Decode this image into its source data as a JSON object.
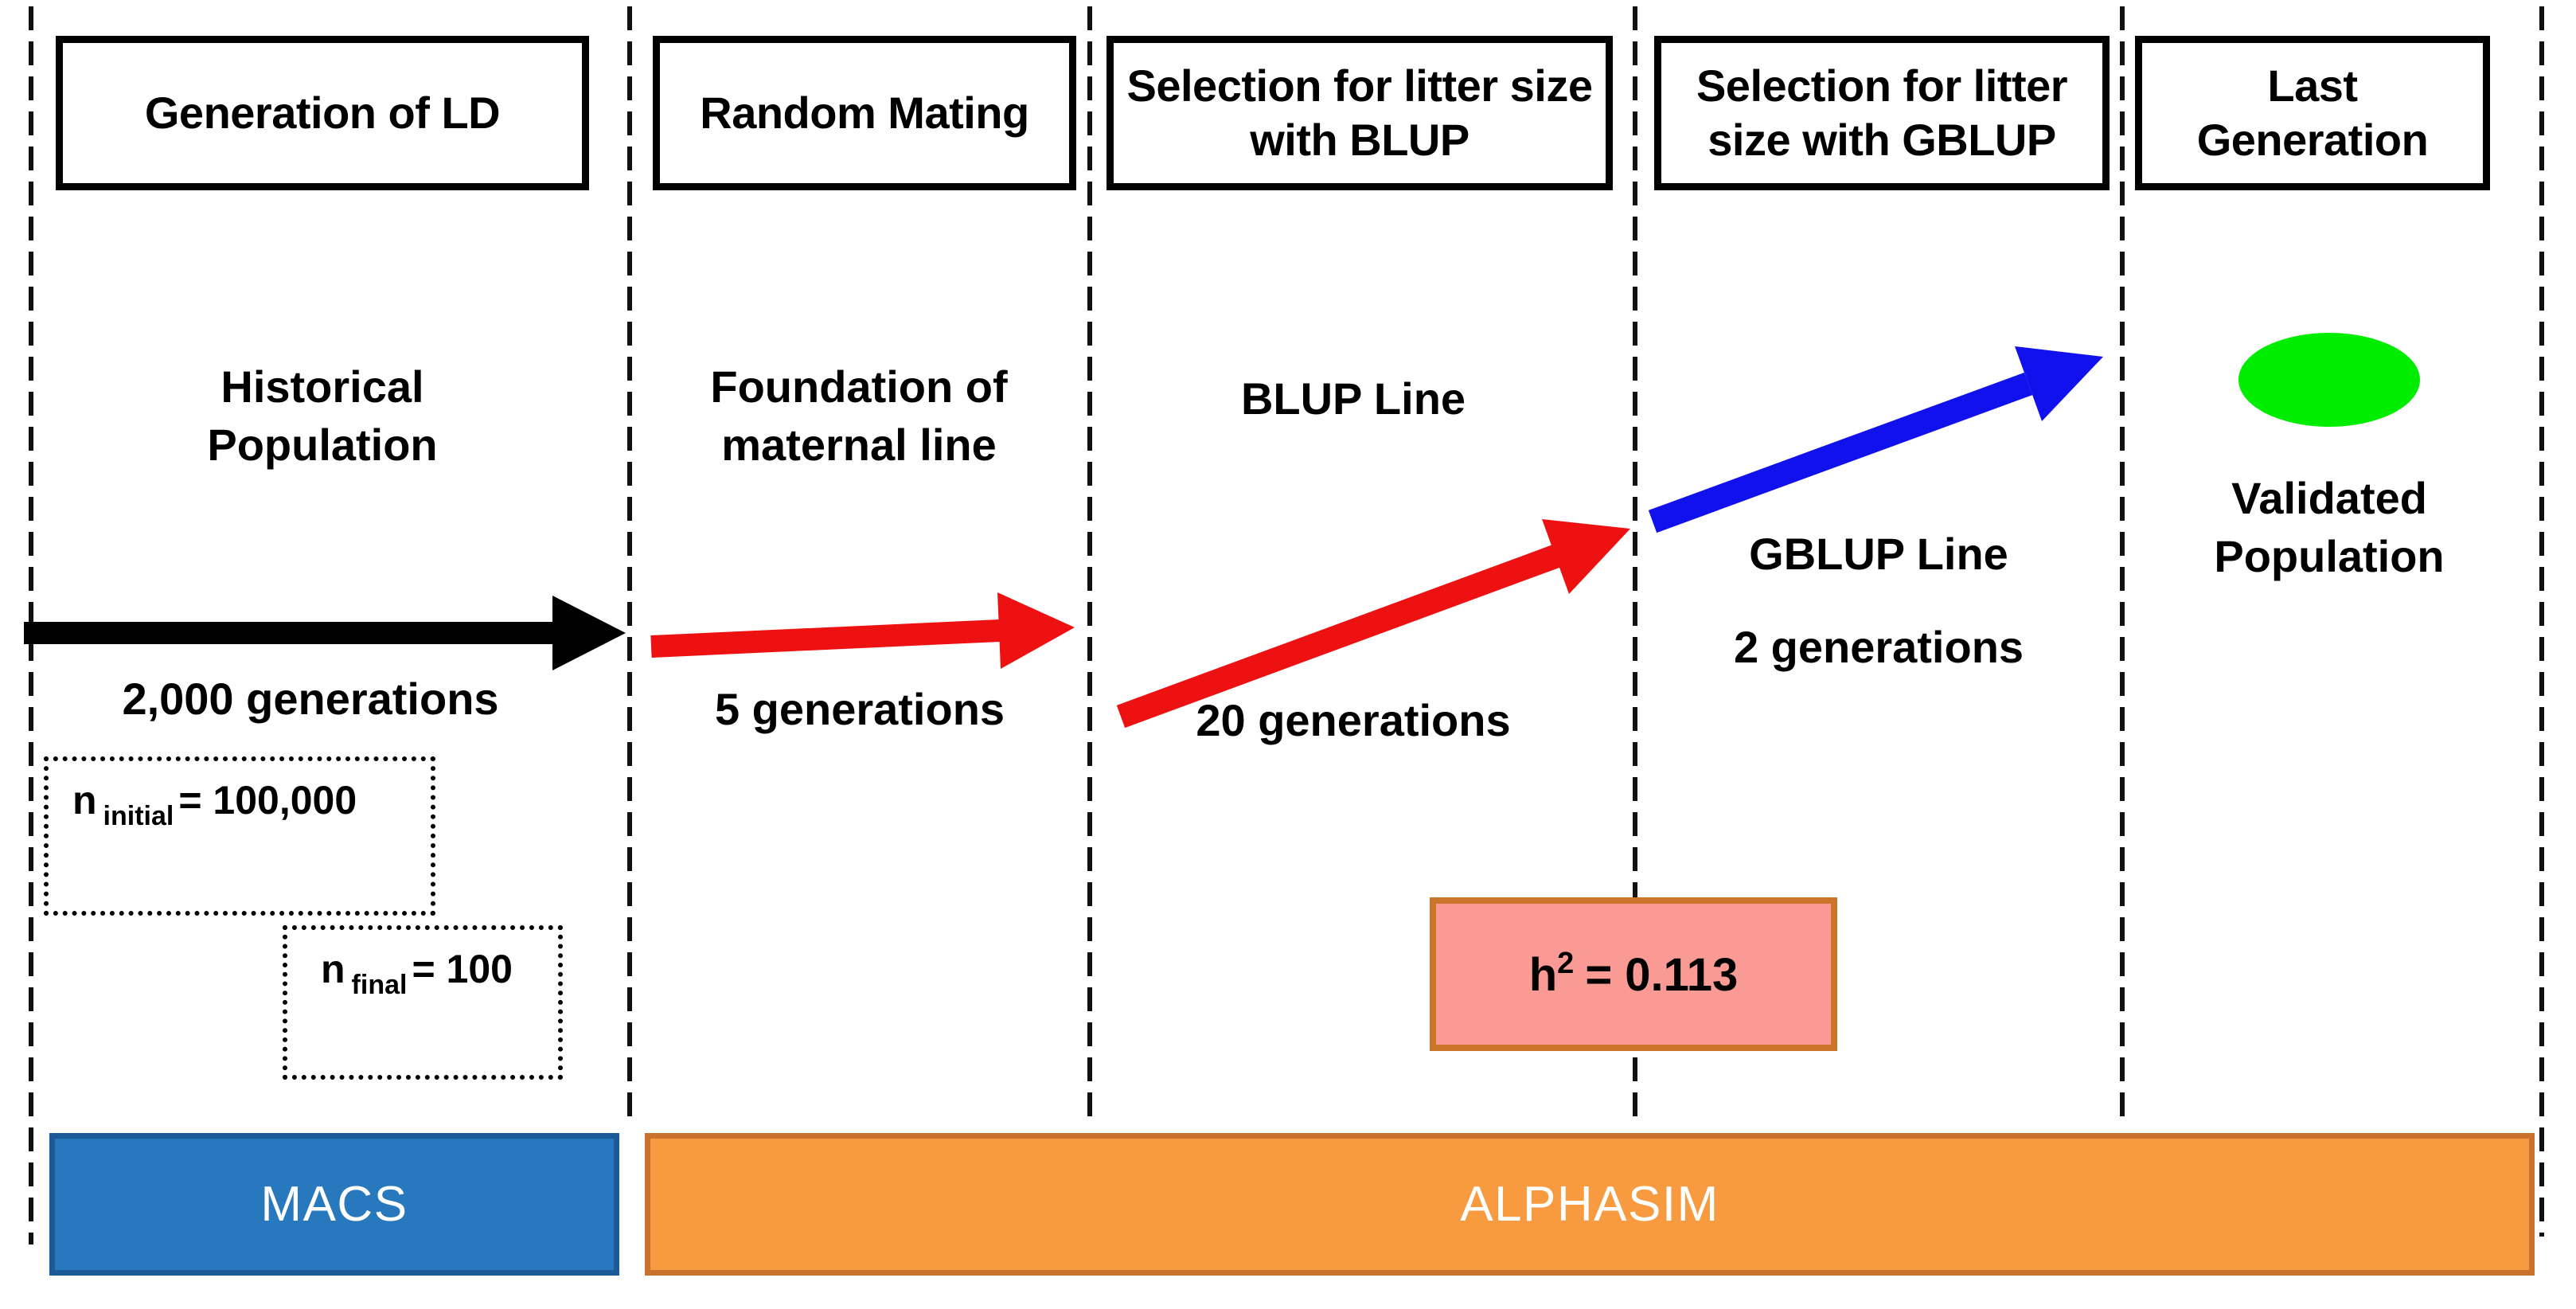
{
  "diagram": {
    "columns": [
      {
        "header": "Generation of LD",
        "stage_label": "Historical Population",
        "duration": "2,000 generations",
        "arrow": "black-right-arrow"
      },
      {
        "header": "Random Mating",
        "stage_label": "Foundation of maternal line",
        "duration": "5 generations",
        "arrow": "red-right-arrow"
      },
      {
        "header": "Selection for litter size with BLUP",
        "stage_label": "BLUP Line",
        "duration": "20 generations",
        "arrow": "red-rising-arrow"
      },
      {
        "header": "Selection for litter size with GBLUP",
        "stage_label": "GBLUP Line",
        "duration": "2 generations",
        "arrow": "blue-rising-arrow"
      },
      {
        "header": "Last Generation",
        "stage_label": "Validated Population"
      }
    ],
    "population_sizes": {
      "initial": {
        "symbol": "n",
        "subscript": "initial",
        "equals": "= 100,000"
      },
      "final": {
        "symbol": "n",
        "subscript": "final",
        "equals": "= 100"
      }
    },
    "heritability": {
      "symbol": "h",
      "exponent": "2",
      "equals": "= 0.113"
    },
    "software": [
      {
        "name": "MACS",
        "fill": "#2878be",
        "border": "#1b5a96",
        "text": "#ffffff"
      },
      {
        "name": "ALPHASIM",
        "fill": "#f89a40",
        "border": "#c9722e",
        "text": "#ffffff"
      }
    ],
    "colors": {
      "historical_arrow": "#000000",
      "selection_arrow": "#ee1111",
      "gblup_arrow": "#1111ee",
      "validated_population": "#00ed00",
      "heritability_fill": "#f99b94",
      "heritability_border": "#c9762b"
    }
  }
}
